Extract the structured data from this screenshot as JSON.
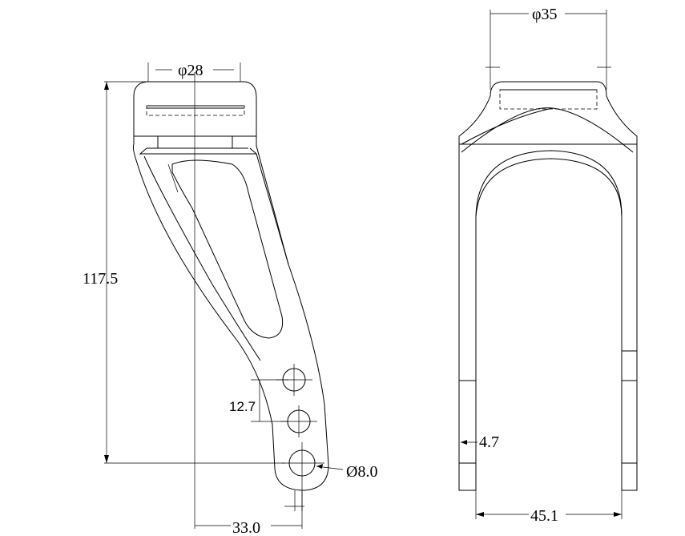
{
  "side_view": {
    "dim_top_diameter": "φ28",
    "dim_height": "117.5",
    "dim_hole_spacing": "12.7",
    "dim_hole_diameter": "Ø8.0",
    "dim_offset": "33.0"
  },
  "front_view": {
    "dim_top_diameter": "φ35",
    "dim_thickness": "4.7",
    "dim_width": "45.1"
  }
}
